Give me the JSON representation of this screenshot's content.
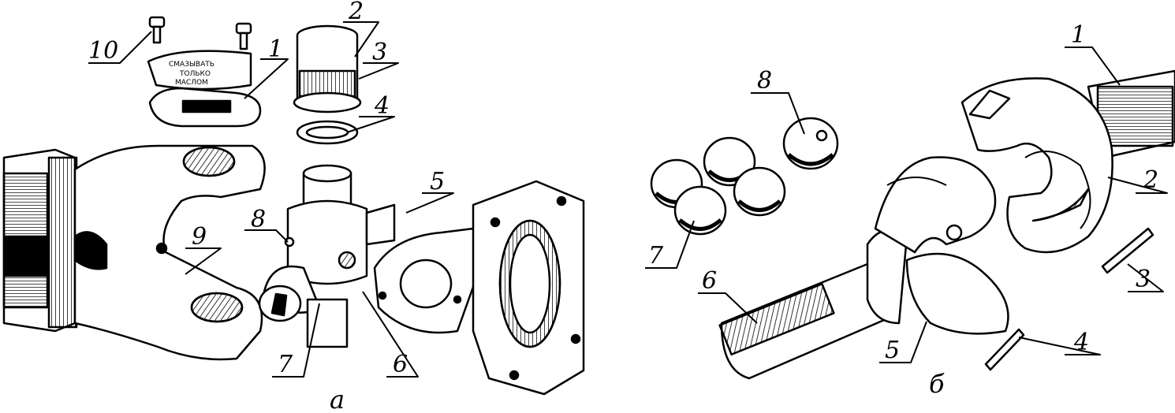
{
  "figure_a": {
    "sublabel": "а",
    "plate_text": [
      "СМАЗЫВАТЬ",
      "ТОЛЬКО",
      "МАСЛОМ"
    ],
    "callouts": {
      "c1": "1",
      "c2": "2",
      "c3": "3",
      "c4": "4",
      "c5": "5",
      "c6": "6",
      "c7": "7",
      "c8": "8",
      "c9": "9",
      "c10": "10"
    }
  },
  "figure_b": {
    "sublabel": "б",
    "callouts": {
      "c1": "1",
      "c2": "2",
      "c3": "3",
      "c4": "4",
      "c5": "5",
      "c6": "6",
      "c7": "7",
      "c8": "8"
    }
  }
}
